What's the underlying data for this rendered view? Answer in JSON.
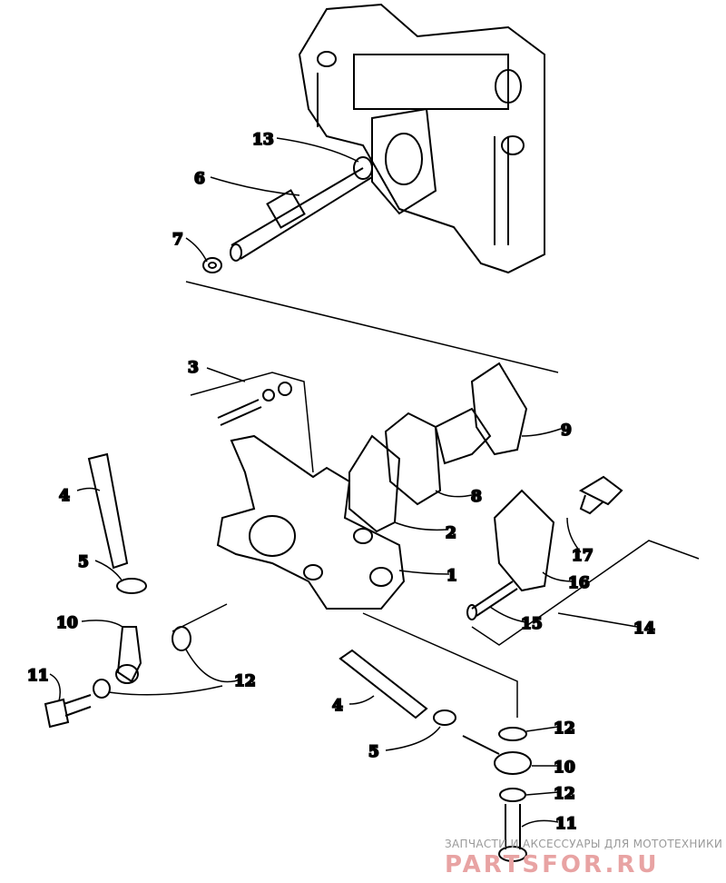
{
  "diagram": {
    "callouts": [
      {
        "id": "c13",
        "text": "13"
      },
      {
        "id": "c6",
        "text": "6"
      },
      {
        "id": "c7",
        "text": "7"
      },
      {
        "id": "c3",
        "text": "3"
      },
      {
        "id": "c9",
        "text": "9"
      },
      {
        "id": "c4a",
        "text": "4"
      },
      {
        "id": "c8",
        "text": "8"
      },
      {
        "id": "c2",
        "text": "2"
      },
      {
        "id": "c17",
        "text": "17"
      },
      {
        "id": "c5a",
        "text": "5"
      },
      {
        "id": "c1",
        "text": "1"
      },
      {
        "id": "c16",
        "text": "16"
      },
      {
        "id": "c10a",
        "text": "10"
      },
      {
        "id": "c15",
        "text": "15"
      },
      {
        "id": "c14",
        "text": "14"
      },
      {
        "id": "c11a",
        "text": "11"
      },
      {
        "id": "c12a",
        "text": "12"
      },
      {
        "id": "c4b",
        "text": "4"
      },
      {
        "id": "c12b",
        "text": "12"
      },
      {
        "id": "c5b",
        "text": "5"
      },
      {
        "id": "c10b",
        "text": "10"
      },
      {
        "id": "c12c",
        "text": "12"
      },
      {
        "id": "c11b",
        "text": "11"
      }
    ]
  },
  "watermark": {
    "tagline": "ЗАПЧАСТИ И АКСЕССУАРЫ ДЛЯ МОТОТЕХНИКИ",
    "logo": "PARTSFOR.RU"
  }
}
